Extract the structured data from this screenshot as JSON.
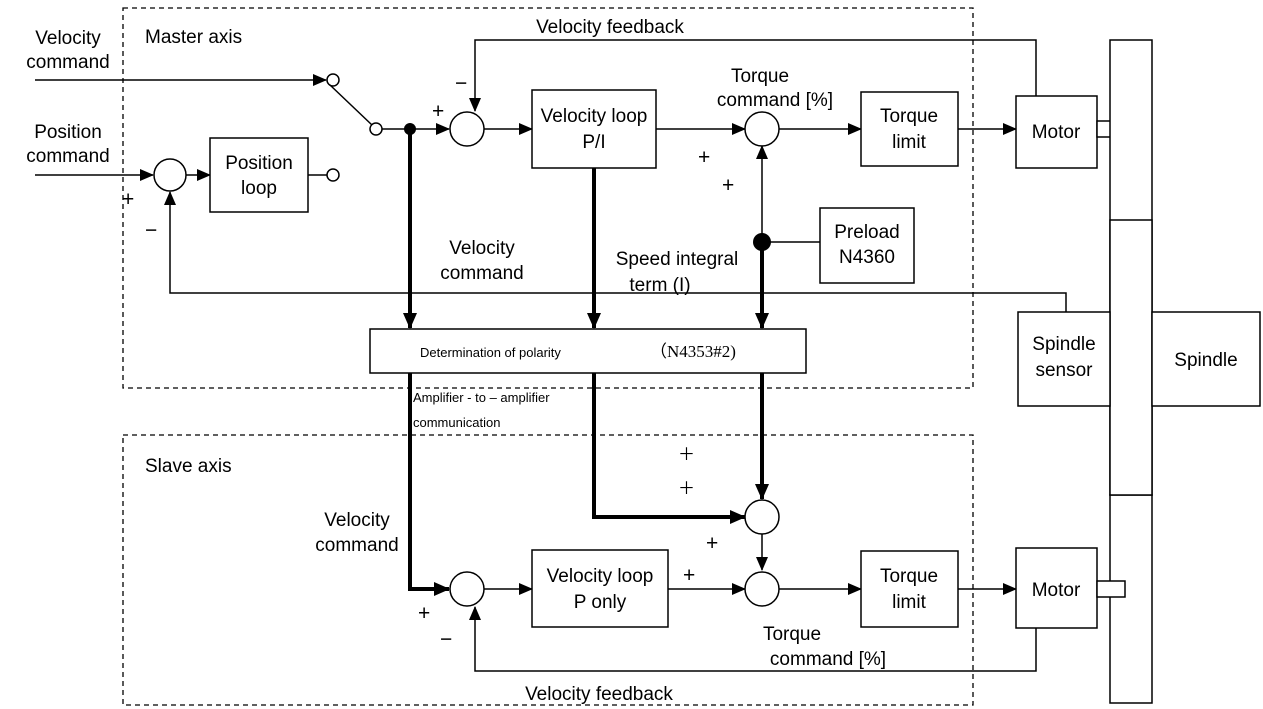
{
  "master": {
    "group_label": "Master axis",
    "velocity_feedback": "Velocity feedback",
    "velocity_command_input": [
      "Velocity",
      "command"
    ],
    "position_command_input": [
      "Position",
      "command"
    ],
    "position_loop": [
      "Position",
      "loop"
    ],
    "velocity_loop": [
      "Velocity loop",
      "P/I"
    ],
    "torque_command": [
      "Torque",
      "command [%]"
    ],
    "torque_limit": [
      "Torque",
      "limit"
    ],
    "motor": "Motor",
    "preload": [
      "Preload",
      "N4360"
    ],
    "velocity_command_tap": [
      "Velocity",
      "command"
    ],
    "speed_integral": [
      "Speed integral",
      "term (I)"
    ]
  },
  "polarity": {
    "label": "Determination of polarity",
    "param": "（N4353#2)",
    "comm_note": [
      "Amplifier - to – amplifier",
      "communication"
    ]
  },
  "spindle": {
    "sensor": [
      "Spindle",
      "sensor"
    ],
    "label": "Spindle"
  },
  "slave": {
    "group_label": "Slave axis",
    "velocity_command": [
      "Velocity",
      "command"
    ],
    "velocity_loop": [
      "Velocity loop",
      "P only"
    ],
    "torque_limit": [
      "Torque",
      "limit"
    ],
    "motor": "Motor",
    "torque_command": [
      "Torque",
      "command [%]"
    ],
    "velocity_feedback": "Velocity feedback"
  },
  "signs": {
    "plus": "+",
    "minus": "−",
    "plus_fw": "＋"
  }
}
